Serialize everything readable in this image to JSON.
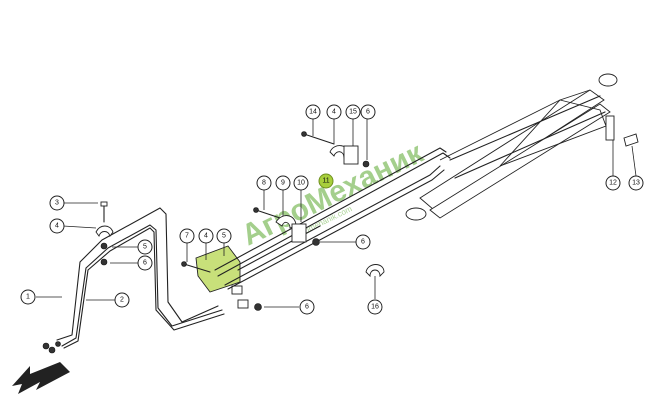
{
  "watermark": {
    "brand": "АгроМеханик",
    "sub": "agromehanik.com"
  },
  "callouts": [
    {
      "label": "1"
    },
    {
      "label": "2"
    },
    {
      "label": "3"
    },
    {
      "label": "4"
    },
    {
      "label": "5"
    },
    {
      "label": "6"
    },
    {
      "label": "7"
    },
    {
      "label": "4"
    },
    {
      "label": "5"
    },
    {
      "label": "6"
    },
    {
      "label": "8"
    },
    {
      "label": "9"
    },
    {
      "label": "10"
    },
    {
      "label": "11"
    },
    {
      "label": "6"
    },
    {
      "label": "14"
    },
    {
      "label": "4"
    },
    {
      "label": "15"
    },
    {
      "label": "6"
    },
    {
      "label": "12"
    },
    {
      "label": "13"
    },
    {
      "label": "16"
    }
  ],
  "colors": {
    "highlight": "#a8cf3c",
    "watermark": "#5aa830",
    "line": "#222222"
  },
  "icons": {
    "direction": "arrow-southwest-icon"
  }
}
